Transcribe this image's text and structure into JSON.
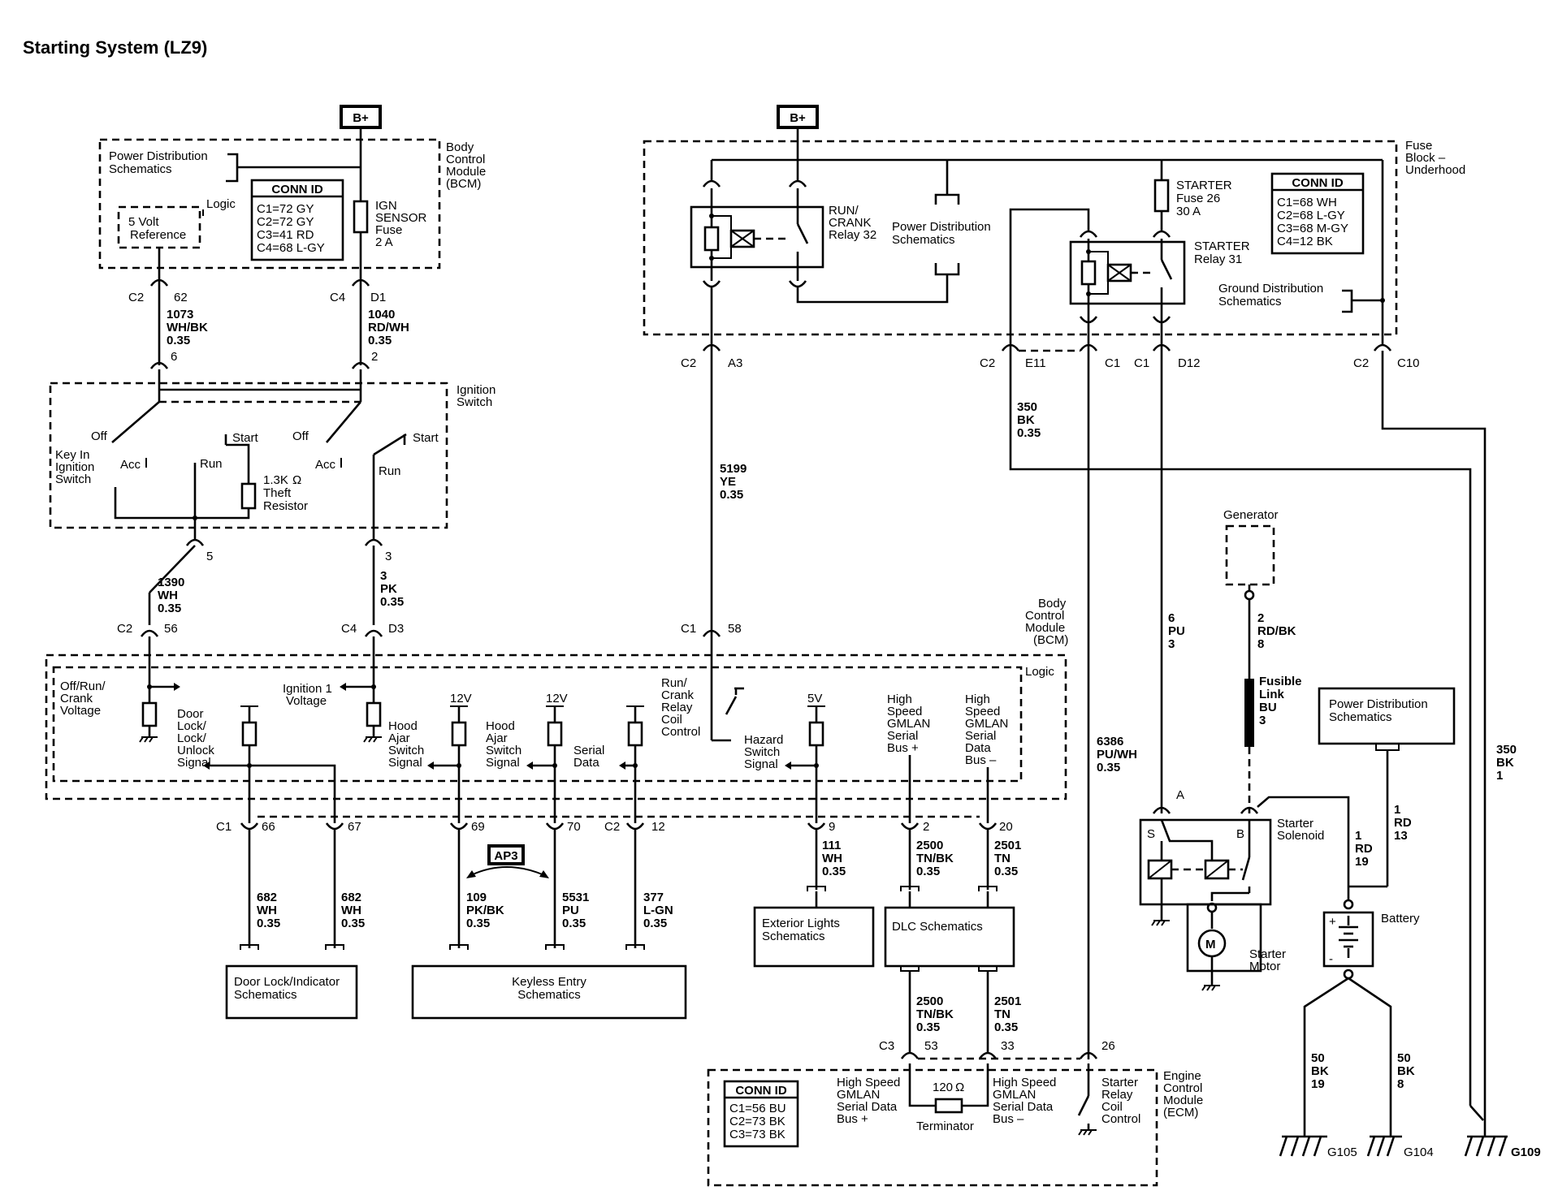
{
  "title": "Starting System (LZ9)",
  "power": {
    "bplus_left": "B+",
    "bplus_right": "B+"
  },
  "bcm_top": {
    "name": "Body Control Module (BCM)",
    "pd_link": "Power Distribution Schematics",
    "logic": "Logic",
    "ref": "5 Volt Reference",
    "conn_id": {
      "header": "CONN ID",
      "rows": [
        "C1=72 GY",
        "C2=72 GY",
        "C3=41 RD",
        "C4=68 L-GY"
      ]
    },
    "fuse": "IGN SENSOR Fuse 2 A"
  },
  "wires_top": [
    {
      "conn": "C2",
      "pin": "62",
      "circuit": "1073",
      "color": "WH/BK",
      "size": "0.35",
      "pin2": "6"
    },
    {
      "conn": "C4",
      "pin": "D1",
      "circuit": "1040",
      "color": "RD/WH",
      "size": "0.35",
      "pin2": "2"
    }
  ],
  "ignition_switch": {
    "name": "Ignition Switch",
    "key": "Key In Ignition Switch",
    "labels": [
      "Off",
      "Acc",
      "Run",
      "Start",
      "Off",
      "Acc",
      "Start",
      "Run"
    ],
    "resistor": "1.3KΩ Theft Resistor",
    "pins": [
      "5",
      "3"
    ]
  },
  "wires_mid": [
    {
      "circuit": "1390",
      "color": "WH",
      "size": "0.35",
      "conn": "C2",
      "pin": "56"
    },
    {
      "circuit": "3",
      "color": "PK",
      "size": "0.35",
      "conn": "C4",
      "pin": "D3"
    },
    {
      "circuit": "5199",
      "color": "YE",
      "size": "0.35",
      "conn": "C1",
      "pin": "58"
    }
  ],
  "fuse_block": {
    "name": "Fuse Block - Underhood",
    "relay1": "RUN/ CRANK Relay 32",
    "pd_link": "Power Distribution Schematics",
    "fuse": "STARTER Fuse 26 30 A",
    "relay2": "STARTER Relay 31",
    "gd_link": "Ground Distribution Schematics",
    "conn_id": {
      "header": "CONN ID",
      "rows": [
        "C1=68 WH",
        "C2=68 L-GY",
        "C3=68 M-GY",
        "C4=12 BK"
      ]
    },
    "pins": [
      {
        "conn": "C2",
        "pin": "A3"
      },
      {
        "conn": "C2",
        "pin": "E11"
      },
      {
        "conn": "C1",
        "pin": ""
      },
      {
        "conn": "C1",
        "pin": "D12"
      },
      {
        "conn": "C2",
        "pin": "C10"
      }
    ]
  },
  "wire_350": {
    "circuit": "350",
    "color": "BK",
    "size": "0.35"
  },
  "wire_350_right": {
    "circuit": "350",
    "color": "BK",
    "size": "1"
  },
  "wire_6386": {
    "circuit": "6386",
    "color": "PU/WH",
    "size": "0.35"
  },
  "wire_6pu": {
    "circuit": "6",
    "color": "PU",
    "size": "3"
  },
  "generator": {
    "name": "Generator",
    "circuit": "2",
    "color": "RD/BK",
    "size": "8",
    "link": "Fusible Link BU 3"
  },
  "bcm_main": {
    "name": "Body Control Module (BCM)",
    "logic": "Logic",
    "signals": [
      "Off/Run/ Crank Voltage",
      "Door Lock/ Lock/ Unlock Signal",
      "Ignition 1 Voltage",
      "Hood Ajar Switch Signal",
      "Hood Ajar Switch Signal",
      "Serial Data",
      "Run/ Crank Relay Coil Control",
      "Hazard Switch Signal",
      "High Speed GMLAN Serial Bus +",
      "High Speed GMLAN Serial Data Bus –"
    ],
    "v12a": "12V",
    "v12b": "12V",
    "v5": "5V"
  },
  "bcm_pins": [
    {
      "conn": "C1",
      "pin": "66"
    },
    {
      "conn": "",
      "pin": "67"
    },
    {
      "conn": "",
      "pin": "69"
    },
    {
      "conn": "",
      "pin": "70"
    },
    {
      "conn": "C2",
      "pin": "12"
    },
    {
      "conn": "",
      "pin": "9"
    },
    {
      "conn": "",
      "pin": "2"
    },
    {
      "conn": "",
      "pin": "20"
    }
  ],
  "wires_bottom": [
    {
      "circuit": "682",
      "color": "WH",
      "size": "0.35"
    },
    {
      "circuit": "682",
      "color": "WH",
      "size": "0.35"
    },
    {
      "circuit": "109",
      "color": "PK/BK",
      "size": "0.35"
    },
    {
      "circuit": "5531",
      "color": "PU",
      "size": "0.35"
    },
    {
      "circuit": "377",
      "color": "L-GN",
      "size": "0.35"
    },
    {
      "circuit": "111",
      "color": "WH",
      "size": "0.35"
    },
    {
      "circuit": "2500",
      "color": "TN/BK",
      "size": "0.35"
    },
    {
      "circuit": "2501",
      "color": "TN",
      "size": "0.35"
    }
  ],
  "ap3": "AP3",
  "boxes": {
    "door_lock": "Door Lock/Indicator Schematics",
    "keyless": "Keyless Entry Schematics",
    "ext_lights": "Exterior Lights Schematics",
    "dlc": "DLC Schematics",
    "pd": "Power Distribution Schematics"
  },
  "dlc_wires": [
    {
      "circuit": "2500",
      "color": "TN/BK",
      "size": "0.35",
      "conn": "C3",
      "pin": "53"
    },
    {
      "circuit": "2501",
      "color": "TN",
      "size": "0.35",
      "conn": "",
      "pin": "33"
    }
  ],
  "ecm": {
    "name": "Engine Control Module (ECM)",
    "conn_id": {
      "header": "CONN ID",
      "rows": [
        "C1=56 BU",
        "C2=73 BK",
        "C3=73 BK"
      ]
    },
    "bus_plus": "High Speed GMLAN Serial Data Bus +",
    "bus_minus": "High Speed GMLAN Serial Data Bus –",
    "terminator": "120Ω Terminator",
    "relay_ctrl": "Starter Relay Coil Control",
    "pin": "26"
  },
  "starter": {
    "solenoid": "Starter Solenoid",
    "motor": "Starter Motor",
    "s": "S",
    "b": "B",
    "a": "A"
  },
  "battery": {
    "name": "Battery",
    "wire_a": {
      "circuit": "1",
      "color": "RD",
      "size": "19"
    },
    "wire_b": {
      "circuit": "1",
      "color": "RD",
      "size": "13"
    }
  },
  "grounds": [
    {
      "circuit": "50",
      "color": "BK",
      "size": "19",
      "name": "G105"
    },
    {
      "circuit": "50",
      "color": "BK",
      "size": "8",
      "name": "G104"
    },
    {
      "name": "G109"
    }
  ]
}
